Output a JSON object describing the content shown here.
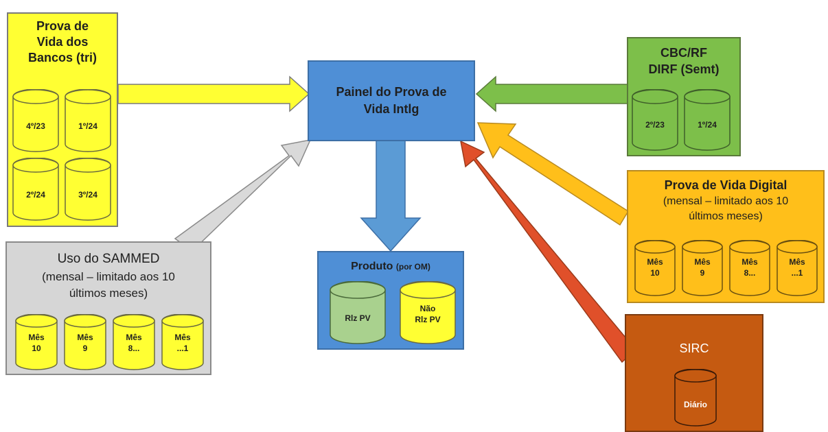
{
  "banks": {
    "title_lines": [
      "Prova de",
      "Vida dos",
      "Bancos (tri)"
    ],
    "cylinders": [
      "4º/23",
      "1º/24",
      "2º/24",
      "3º/24"
    ]
  },
  "painel": {
    "title_lines": [
      "Painel do Prova de",
      "Vida Intlg"
    ]
  },
  "cbc": {
    "title_lines": [
      "CBC/RF",
      "DIRF (Semt)"
    ],
    "cylinders": [
      "2º/23",
      "1º/24"
    ]
  },
  "digital": {
    "title": "Prova de Vida Digital",
    "subtitle_lines": [
      "(mensal – limitado aos 10",
      "últimos meses)"
    ],
    "cylinders": [
      [
        "Mês",
        "10"
      ],
      [
        "Mês",
        "9"
      ],
      [
        "Mês",
        "8..."
      ],
      [
        "Mês",
        "...1"
      ]
    ]
  },
  "sammed": {
    "title": "Uso do SAMMED",
    "subtitle_lines": [
      "(mensal – limitado aos 10",
      "últimos meses)"
    ],
    "cylinders": [
      [
        "Mês",
        "10"
      ],
      [
        "Mês",
        "9"
      ],
      [
        "Mês",
        "8..."
      ],
      [
        "Mês",
        "...1"
      ]
    ]
  },
  "produto": {
    "title": "Produto",
    "title_suffix": "(por OM)",
    "cylinders": [
      [
        "Rlz PV"
      ],
      [
        "Não",
        "Rlz PV"
      ]
    ]
  },
  "sirc": {
    "title": "SIRC",
    "cylinder": "Diário"
  },
  "colors": {
    "yellow": "#ffff33",
    "green": "#7dbf4a",
    "orange": "#ffbf1a",
    "blue": "#4f8fd6",
    "gray": "#d6d6d6",
    "rust": "#c55a11",
    "red_arrow": "#e0502a"
  }
}
